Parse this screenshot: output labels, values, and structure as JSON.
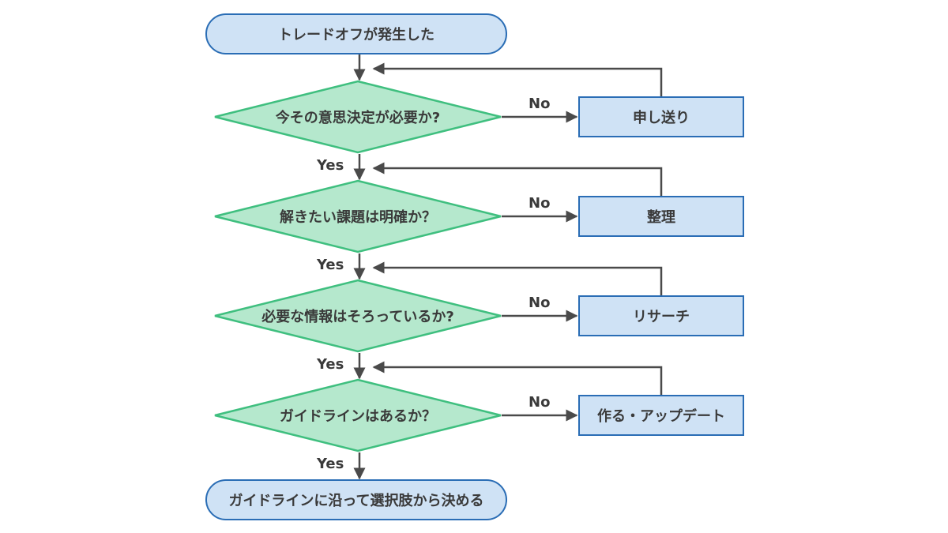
{
  "flow": {
    "start": "トレードオフが発生した",
    "end": "ガイドラインに沿って選択肢から決める",
    "decisions": [
      {
        "question": "今その意思決定が必要か?",
        "no_action": "申し送り",
        "no_label": "No",
        "yes_label": "Yes"
      },
      {
        "question": "解きたい課題は明確か？",
        "no_action": "整理",
        "no_label": "No",
        "yes_label": "Yes"
      },
      {
        "question": "必要な情報はそろっているか?",
        "no_action": "リサーチ",
        "no_label": "No",
        "yes_label": "Yes"
      },
      {
        "question": "ガイドラインはあるか？",
        "no_action": "作る・アップデート",
        "no_label": "No",
        "yes_label": "Yes"
      }
    ]
  },
  "colors": {
    "terminal_fill": "#cfe2f5",
    "terminal_stroke": "#2a6db5",
    "decision_fill": "#b5e8cd",
    "decision_stroke": "#3fbf7f",
    "connector": "#4a4a4a",
    "text": "#3a3a3a"
  }
}
